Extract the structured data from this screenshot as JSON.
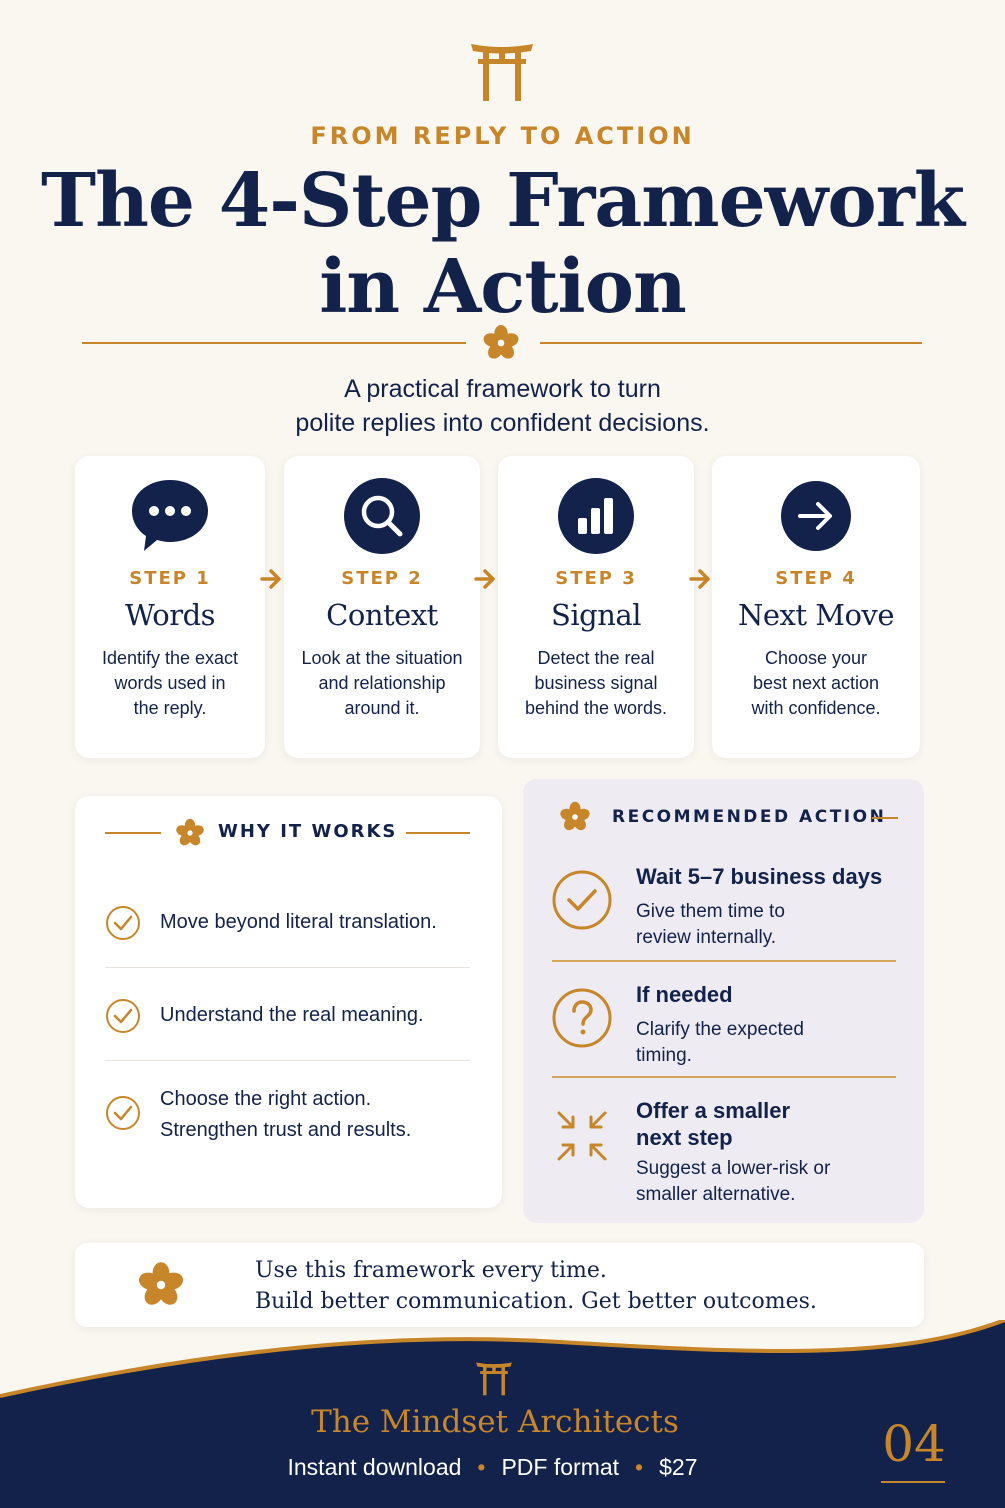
{
  "header": {
    "eyebrow": "FROM REPLY TO ACTION",
    "title_line1": "The 4-Step Framework",
    "title_line2": "in Action",
    "subtitle_line1": "A practical framework to turn",
    "subtitle_line2": "polite replies into confident decisions."
  },
  "steps": [
    {
      "label": "STEP 1",
      "name": "Words",
      "icon": "speech-bubble-icon",
      "desc": [
        "Identify the exact",
        "words used in",
        "the reply."
      ]
    },
    {
      "label": "STEP 2",
      "name": "Context",
      "icon": "magnifier-icon",
      "desc": [
        "Look at the situation",
        "and relationship",
        "around it."
      ]
    },
    {
      "label": "STEP 3",
      "name": "Signal",
      "icon": "bar-chart-icon",
      "desc": [
        "Detect the real",
        "business signal",
        "behind the words."
      ]
    },
    {
      "label": "STEP 4",
      "name": "Next Move",
      "icon": "arrow-right-icon",
      "desc": [
        "Choose your",
        "best next action",
        "with confidence."
      ]
    }
  ],
  "why": {
    "heading": "WHY IT WORKS",
    "items": [
      {
        "lines": [
          "Move beyond literal translation."
        ]
      },
      {
        "lines": [
          "Understand the real meaning."
        ]
      },
      {
        "lines": [
          "Choose the right action.",
          "Strengthen trust and results."
        ]
      }
    ]
  },
  "recommended": {
    "heading": "RECOMMENDED ACTION",
    "items": [
      {
        "icon": "check-circle-icon",
        "title": [
          "Wait 5–7 business days"
        ],
        "desc": [
          "Give them time to",
          "review internally."
        ]
      },
      {
        "icon": "question-circle-icon",
        "title": [
          "If needed"
        ],
        "desc": [
          "Clarify the expected",
          "timing."
        ]
      },
      {
        "icon": "shrink-arrows-icon",
        "title": [
          "Offer a smaller",
          "next step"
        ],
        "desc": [
          "Suggest a lower-risk or",
          "smaller alternative."
        ]
      }
    ]
  },
  "footer_note": {
    "line1": "Use this framework every time.",
    "line2": "Build better communication. Get better outcomes."
  },
  "brand": {
    "name": "The Mindset Architects",
    "meta": [
      "Instant download",
      "PDF format",
      "$27"
    ],
    "page_number": "04"
  },
  "colors": {
    "navy": "#13224a",
    "gold": "#c8862a",
    "background": "#faf6f0",
    "panel_lavender": "#eeebf3"
  }
}
